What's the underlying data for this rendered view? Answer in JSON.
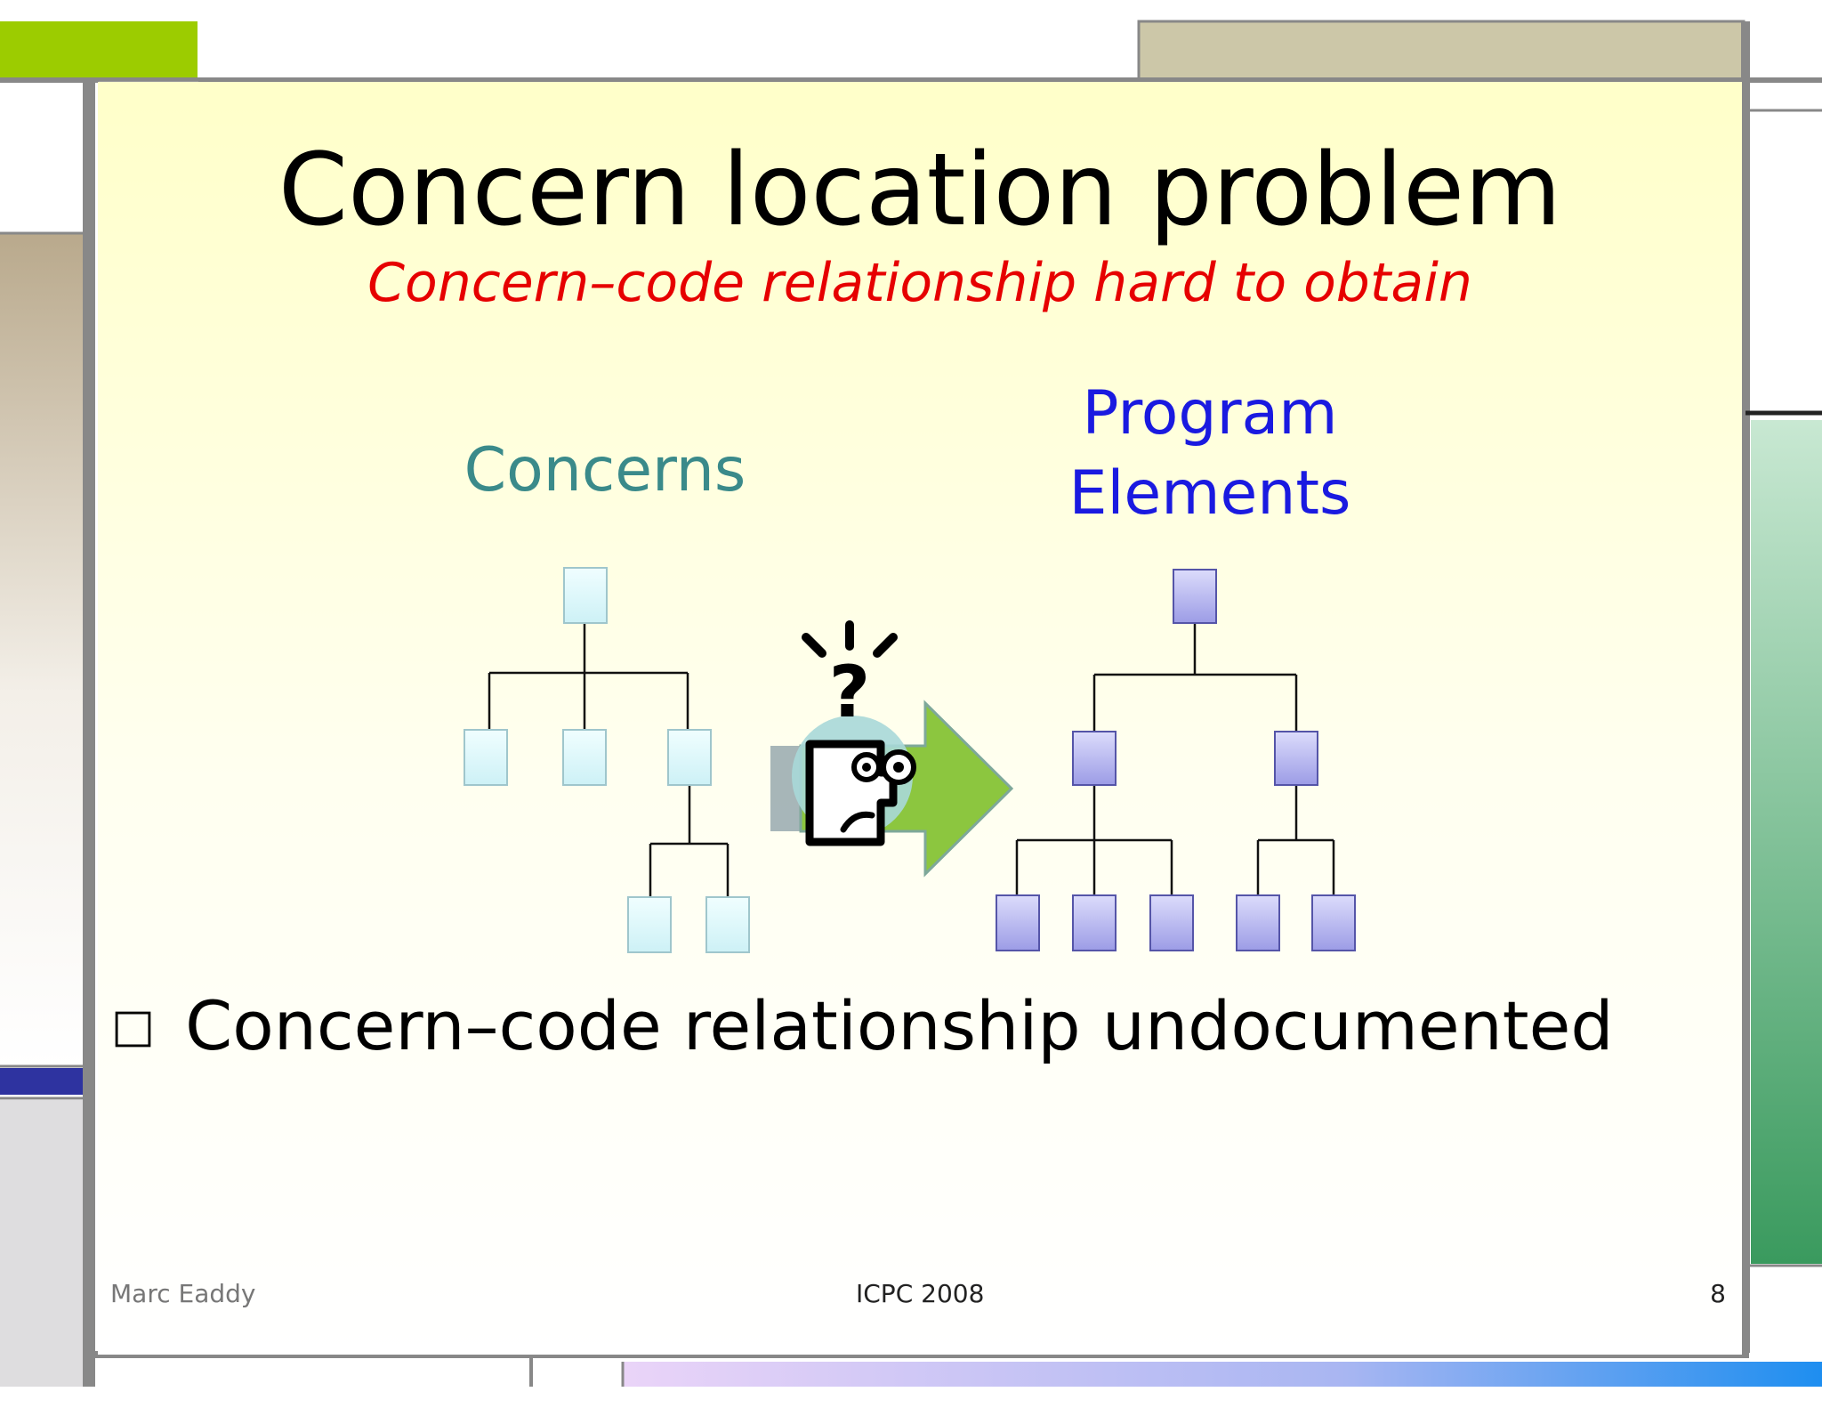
{
  "slide": {
    "title": "Concern location problem",
    "subtitle": "Concern–code relationship hard to obtain"
  },
  "diagram": {
    "left_label": "Concerns",
    "right_label_line1": "Program",
    "right_label_line2": "Elements",
    "question_mark": "?"
  },
  "bullets": [
    {
      "marker": "□",
      "text": "Concern–code relationship undocumented"
    }
  ],
  "footer": {
    "author": "Marc Eaddy",
    "event": "ICPC 2008",
    "page_number": "8"
  },
  "colors": {
    "title": "#000000",
    "subtitle": "#e60000",
    "concerns_label": "#3a8a8a",
    "program_label": "#1a1ae0",
    "concern_box": "#dff8fb",
    "element_box": "#b9b9ef",
    "arrow": "#8cc63f"
  }
}
